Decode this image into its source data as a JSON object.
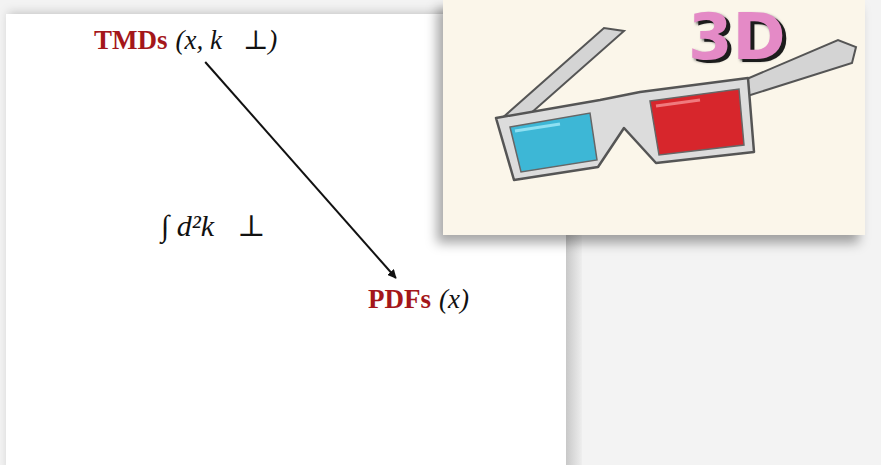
{
  "diagram": {
    "nodes": [
      {
        "text": [
          "TMDs",
          "(x, k⃗⊥)"
        ]
      },
      {
        "text": [
          "PDFs",
          "(x)"
        ]
      }
    ],
    "edges": [
      {
        "from": 0,
        "to": 1,
        "arrow": "to",
        "label": "∫ d²k⃗⊥"
      }
    ],
    "labels": [
      "3D"
    ]
  }
}
